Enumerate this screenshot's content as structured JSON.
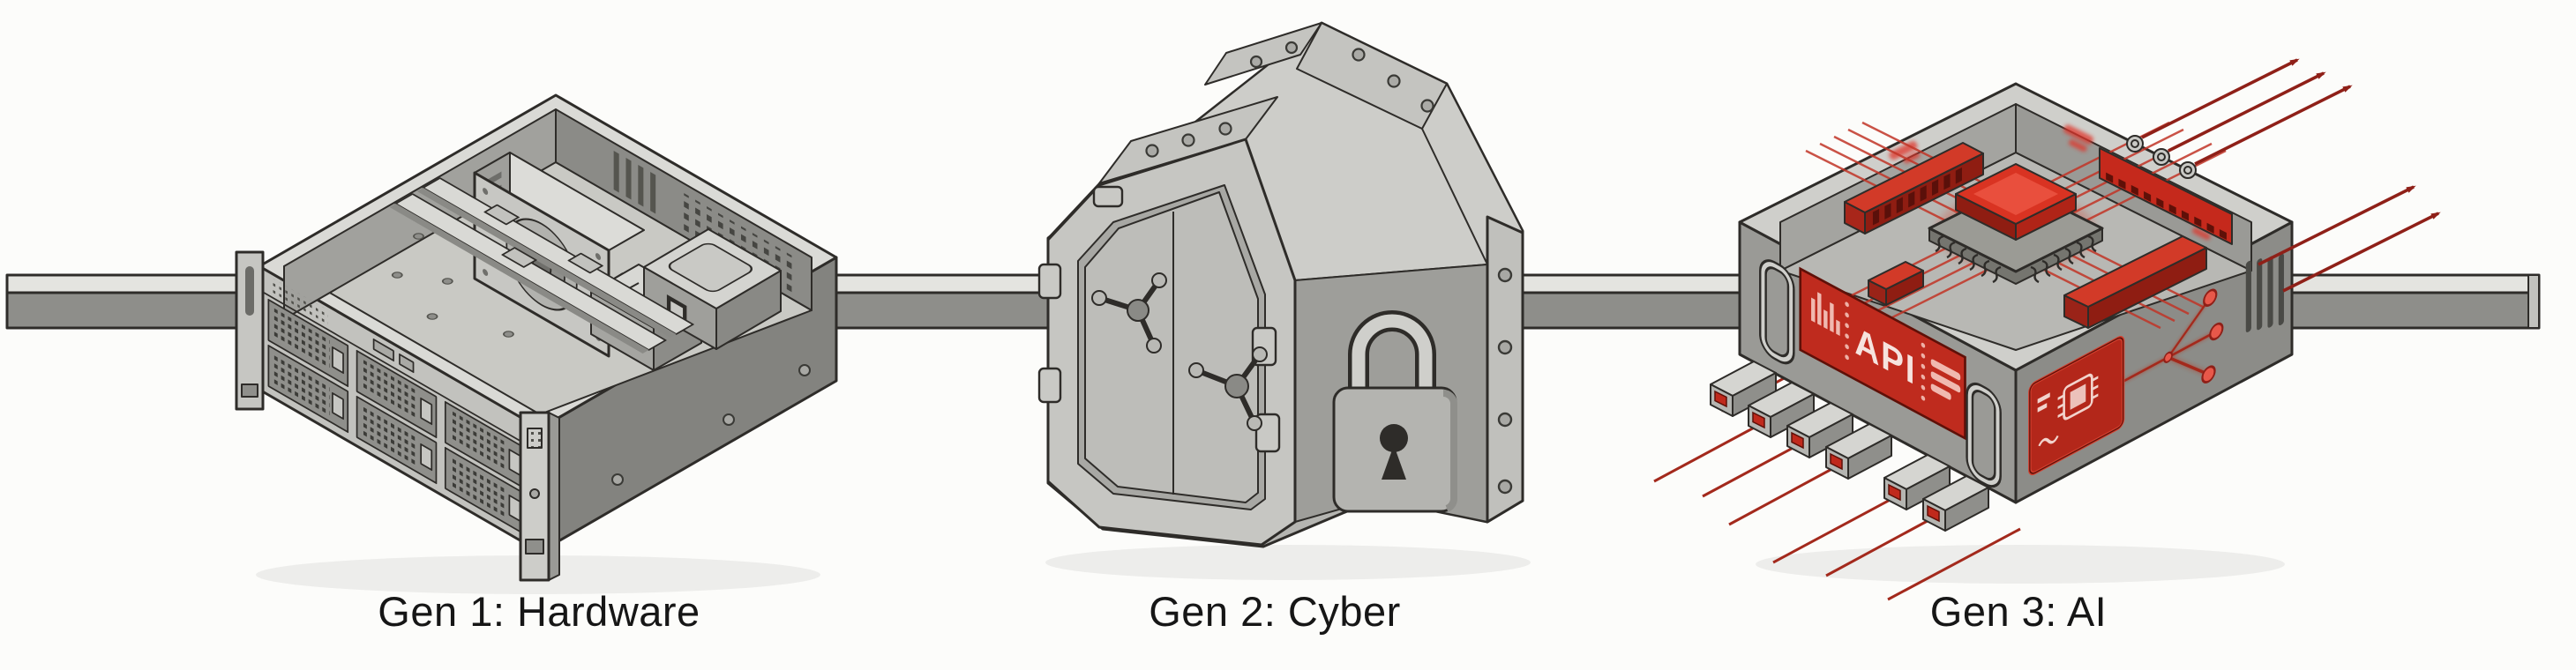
{
  "figure": {
    "type": "timeline-illustration",
    "description": "Three generations of technology shown as isometric illustrations threaded on a horizontal bar"
  },
  "colors": {
    "background": "#fcfcfa",
    "outline": "#2e2c29",
    "steel_light": "#d6d6d2",
    "steel_mid": "#b5b5b1",
    "steel_dark": "#83837f",
    "bar_top": "#e4e4e0",
    "bar_body": "#8e8e8a",
    "accent_red": "#c0291c",
    "accent_red_dark": "#8f2018"
  },
  "timeline_bar": {
    "present": true
  },
  "stages": [
    {
      "id": "gen1",
      "label": "Gen 1: Hardware",
      "illustration": "open-server-chassis"
    },
    {
      "id": "gen2",
      "label": "Gen 2: Cyber",
      "illustration": "vault-with-padlock"
    },
    {
      "id": "gen3",
      "label": "Gen 3: AI",
      "illustration": "ai-chip-enclosure",
      "panel_text": "API"
    }
  ]
}
